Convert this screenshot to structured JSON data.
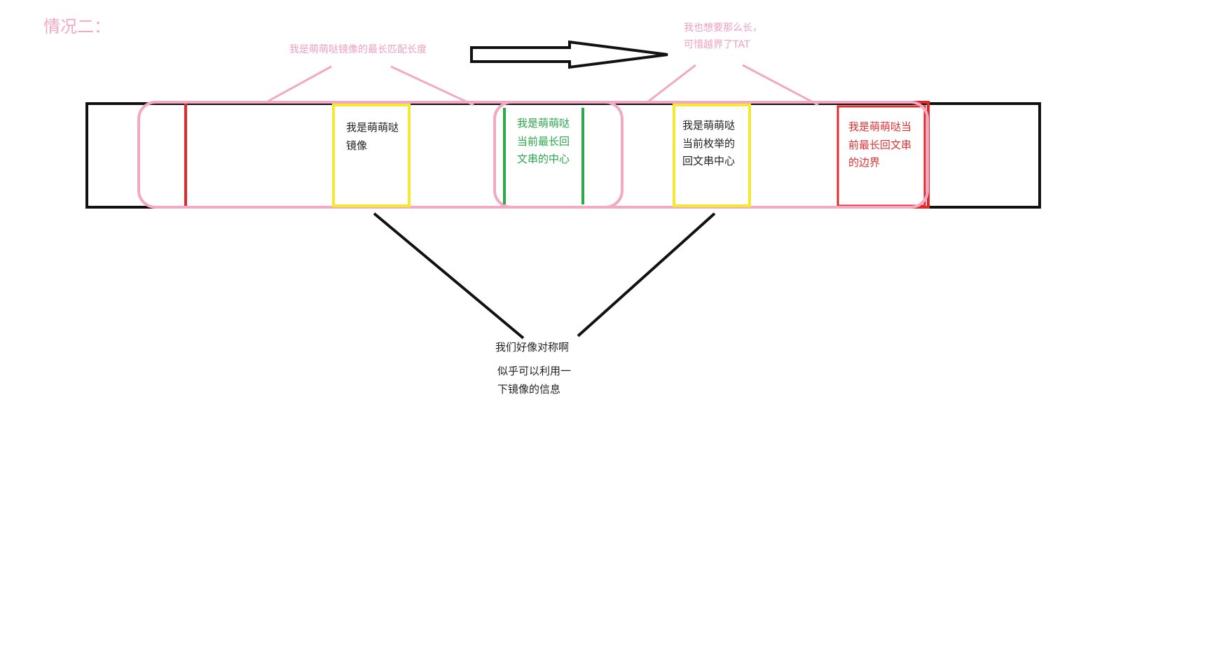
{
  "title": "情况二：",
  "colors": {
    "black": "#111111",
    "pink": "#f3a9c3",
    "red": "#e02a2a",
    "yellow": "#f5e830",
    "green": "#2aa84a",
    "text_dark": "#222222"
  },
  "labels": {
    "mirror_match_length": "我是萌萌哒镜像的最长匹配长度",
    "want_length_line1": "我也想要那么长，",
    "want_length_line2": "可惜越界了TAT",
    "mirror_line1": "我是萌萌哒",
    "mirror_line2": "镜像",
    "center_line1": "我是萌萌哒",
    "center_line2": "当前最长回",
    "center_line3": "文串的中心",
    "enum_line1": "我是萌萌哒",
    "enum_line2": "当前枚举的",
    "enum_line3": "回文串中心",
    "boundary_line1": "我是萌萌哒当",
    "boundary_line2": "前最长回文串",
    "boundary_line3": "的边界",
    "symmetric": "我们好像对称啊",
    "use_mirror_line1": "似乎可以利用一",
    "use_mirror_line2": "下镜像的信息"
  }
}
